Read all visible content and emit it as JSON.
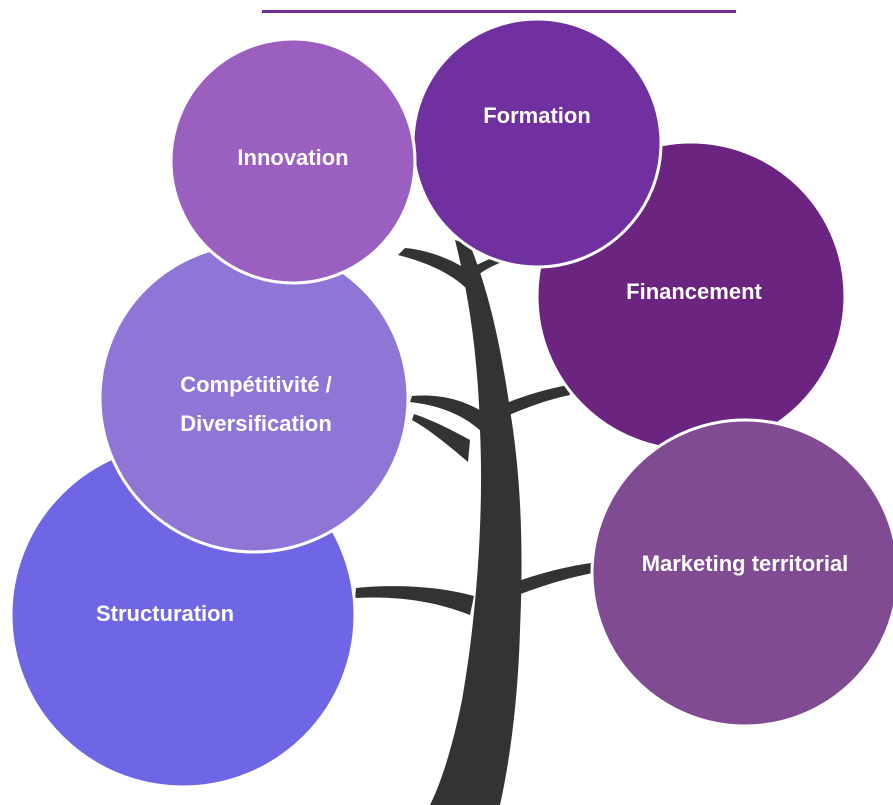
{
  "diagram": {
    "topics": [
      {
        "label": "Innovation",
        "color": "#9b5fc0"
      },
      {
        "label": "Formation",
        "color": "#7030a0"
      },
      {
        "label": "Financement",
        "color": "#6b2580"
      },
      {
        "label": "Compétitivité /",
        "label2": "Diversification",
        "color": "#8e75d6"
      },
      {
        "label": "Marketing territorial",
        "color": "#814b94"
      },
      {
        "label": "Structuration",
        "color": "#6e66e4"
      }
    ],
    "trunk_color": "#333333"
  }
}
